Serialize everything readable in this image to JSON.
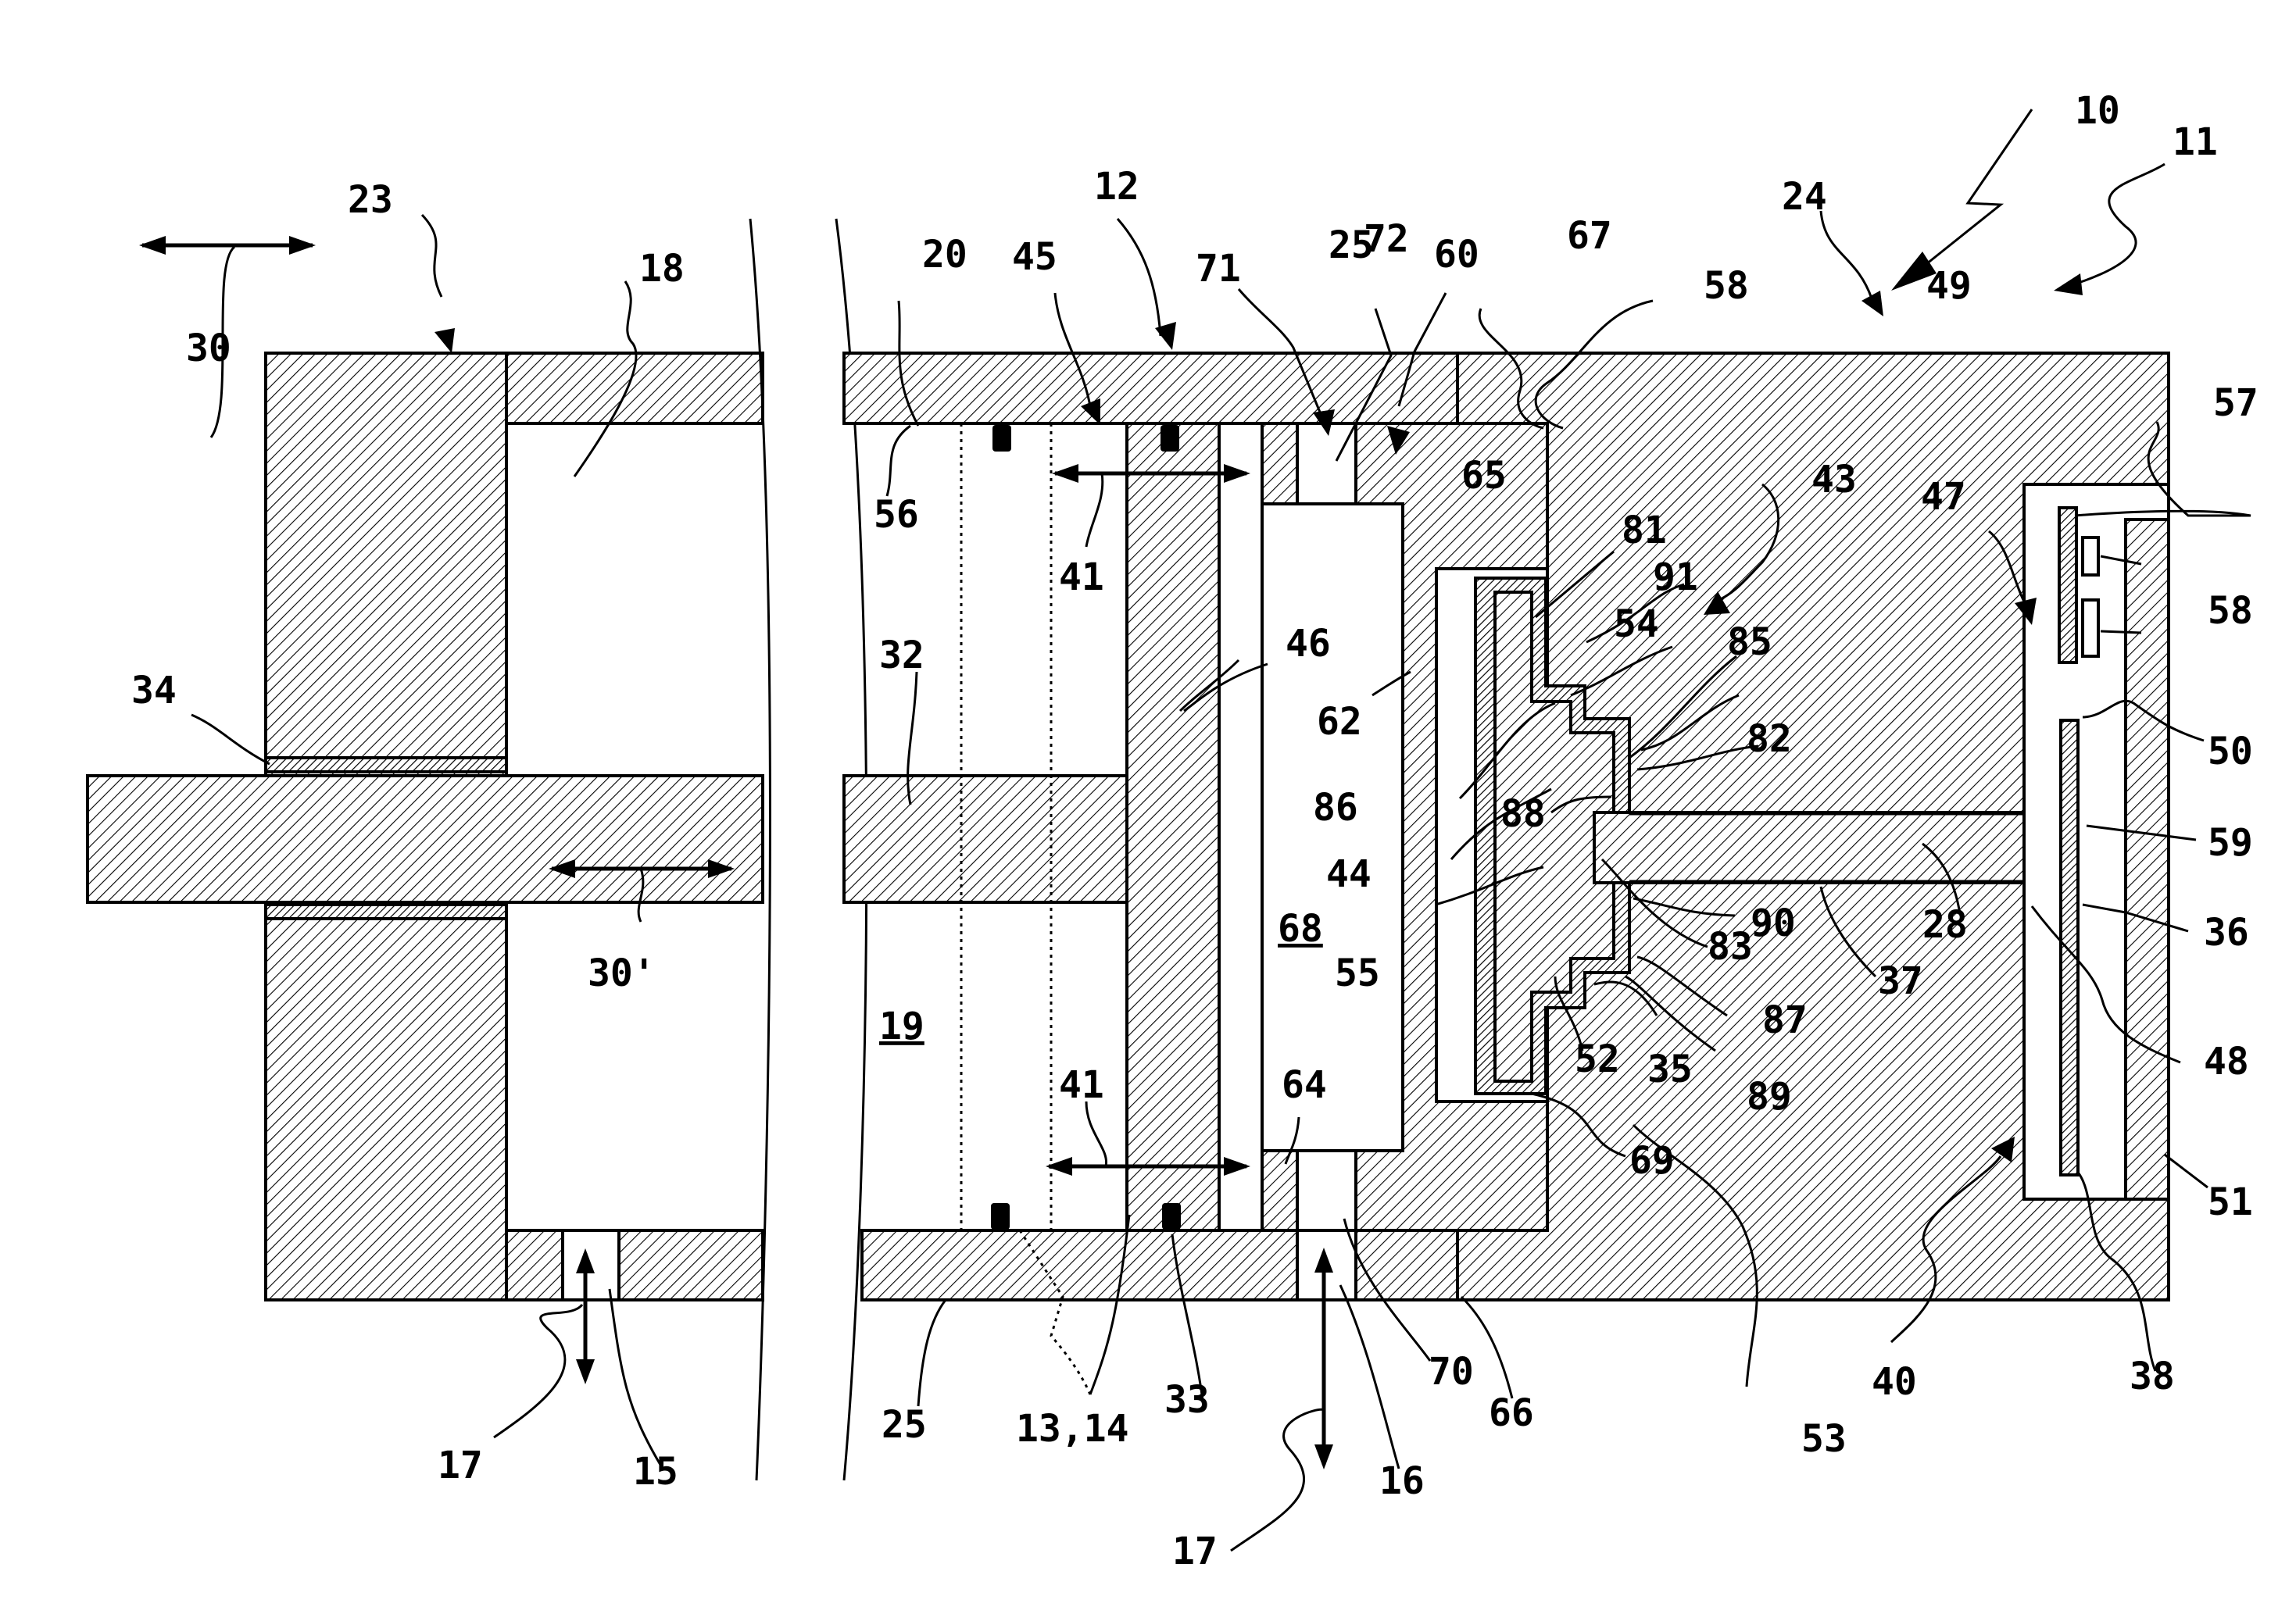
{
  "labels": {
    "l10": "10",
    "l11": "11",
    "l12": "12",
    "l13_14": "13,14",
    "l15": "15",
    "l16": "16",
    "l17a": "17",
    "l17b": "17",
    "l18": "18",
    "l19": "19",
    "l20": "20",
    "l23": "23",
    "l24": "24",
    "l25a": "25",
    "l25b": "25",
    "l28": "28",
    "l30": "30",
    "l30p": "30'",
    "l32": "32",
    "l33": "33",
    "l34": "34",
    "l35": "35",
    "l36": "36",
    "l37": "37",
    "l38": "38",
    "l40": "40",
    "l41a": "41",
    "l41b": "41",
    "l43": "43",
    "l44": "44",
    "l45": "45",
    "l46": "46",
    "l47": "47",
    "l48": "48",
    "l49": "49",
    "l50": "50",
    "l51": "51",
    "l52": "52",
    "l53": "53",
    "l54": "54",
    "l55": "55",
    "l56": "56",
    "l57": "57",
    "l58a": "58",
    "l58b": "58",
    "l59": "59",
    "l60": "60",
    "l62": "62",
    "l64": "64",
    "l65": "65",
    "l66": "66",
    "l67": "67",
    "l68": "68",
    "l69": "69",
    "l70": "70",
    "l71": "71",
    "l72": "72",
    "l81": "81",
    "l82": "82",
    "l83": "83",
    "l85": "85",
    "l86": "86",
    "l87": "87",
    "l88": "88",
    "l89": "89",
    "l90": "90",
    "l91": "91"
  }
}
